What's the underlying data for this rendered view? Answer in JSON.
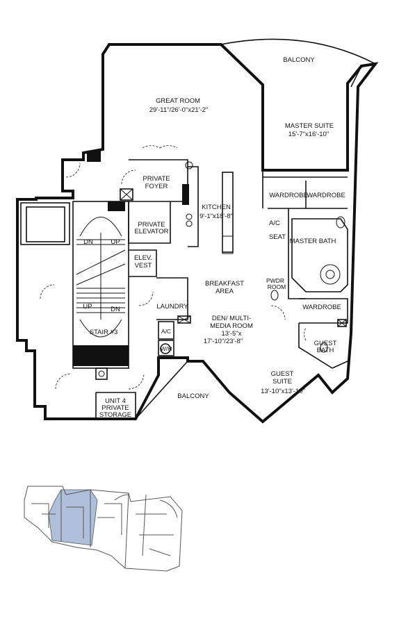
{
  "rooms": {
    "balcony_top": "BALCONY",
    "great_room": "GREAT ROOM",
    "great_room_dims": "29'-11\"/26'-0\"x21'-2\"",
    "master_suite": "MASTER SUITE",
    "master_suite_dims": "15'-7\"x16'-10\"",
    "private_foyer_1": "PRIVATE",
    "private_foyer_2": "FOYER",
    "wardrobe_left": "WARDROBE",
    "wardrobe_right": "WARDROBE",
    "kitchen": "KITCHEN",
    "kitchen_dims": "9'-1\"x18'-8\"",
    "private_elevator_1": "PRIVATE",
    "private_elevator_2": "ELEVATOR",
    "ac_upper": "A/C",
    "seat": "SEAT",
    "master_bath": "MASTER BATH",
    "dn_left": "DN",
    "up_left": "UP",
    "elev_vest_1": "ELEV.",
    "elev_vest_2": "VEST",
    "pwdr_room_1": "PWDR",
    "pwdr_room_2": "ROOM",
    "breakfast_area_1": "BREAKFAST",
    "breakfast_area_2": "AREA",
    "up_lower": "UP",
    "dn_lower": "DN",
    "laundry": "LAUNDRY",
    "wardrobe_guest": "WARDROBE",
    "den_1": "DEN/ MULTI-",
    "den_2": "MEDIA ROOM",
    "den_3": "13'-5\"x",
    "den_4": "17'-10\"/23'-8\"",
    "stair": "STAIR #3",
    "ac_lower": "A/C",
    "wh": "W/H",
    "guest_bath_1": "GUEST",
    "guest_bath_2": "BATH",
    "guest_suite_1": "GUEST",
    "guest_suite_2": "SUITE",
    "guest_suite_dims": "13'-10\"x13'-10\"",
    "balcony_bottom": "BALCONY",
    "storage_1": "UNIT 4",
    "storage_2": "PRIVATE",
    "storage_3": "STORAGE"
  },
  "key_plan": {
    "highlight_color": "#aebfd9",
    "wall_color": "#555555"
  }
}
